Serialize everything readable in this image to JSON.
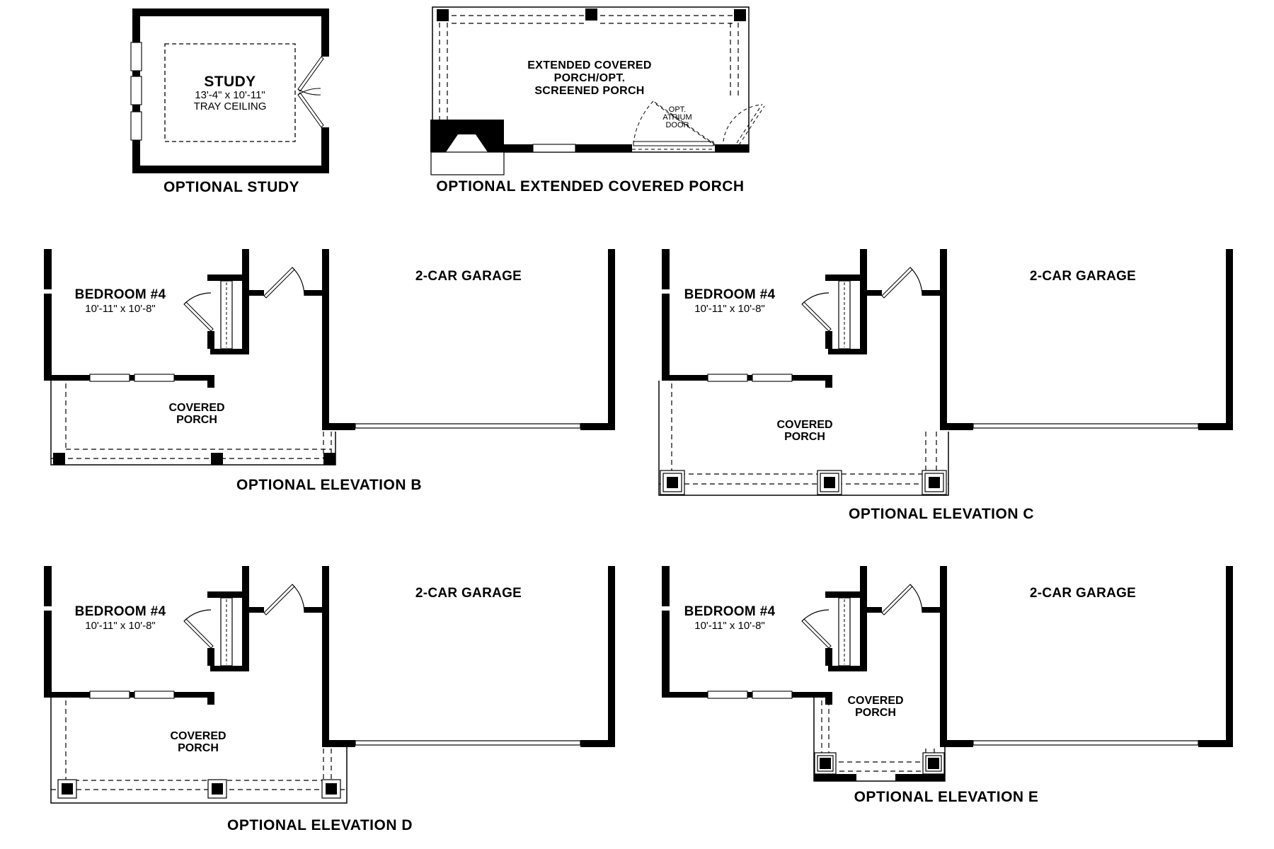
{
  "page": {
    "background": "#ffffff",
    "ink": "#000000"
  },
  "study": {
    "caption": "OPTIONAL STUDY",
    "room": "STUDY",
    "dims": "13'-4\" x 10'-11\"",
    "note": "TRAY CEILING"
  },
  "extended_porch": {
    "caption": "OPTIONAL EXTENDED COVERED PORCH",
    "room": "EXTENDED COVERED\nPORCH/OPT.\nSCREENED PORCH",
    "atrium_note": "OPT.\nATRIUM\nDOOR"
  },
  "shared": {
    "bedroom": "BEDROOM #4",
    "bedroom_dims": "10'-11\" x 10'-8\"",
    "garage": "2-CAR GARAGE",
    "porch": "COVERED\nPORCH"
  },
  "elevations": {
    "b": {
      "caption": "OPTIONAL ELEVATION B"
    },
    "c": {
      "caption": "OPTIONAL ELEVATION C"
    },
    "d": {
      "caption": "OPTIONAL ELEVATION D"
    },
    "e": {
      "caption": "OPTIONAL ELEVATION E"
    }
  }
}
